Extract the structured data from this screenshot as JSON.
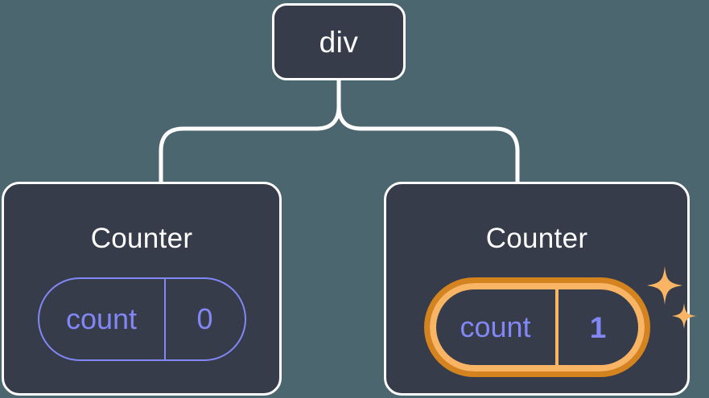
{
  "diagram": {
    "type": "component-tree",
    "background_color": "#4c6670",
    "node_fill_color": "#363c4a",
    "node_border_color": "#ffffff",
    "edge_color": "#ffffff",
    "state_color": "#8287f5",
    "highlight_outer_color": "#d4831f",
    "highlight_inner_color": "#f9b464",
    "sparkle_color": "#f9b563"
  },
  "root": {
    "label": "div"
  },
  "children": [
    {
      "title": "Counter",
      "state": {
        "key": "count",
        "value": "0"
      },
      "highlighted": false
    },
    {
      "title": "Counter",
      "state": {
        "key": "count",
        "value": "1"
      },
      "highlighted": true,
      "sparkle_icon": "sparkles-icon"
    }
  ]
}
